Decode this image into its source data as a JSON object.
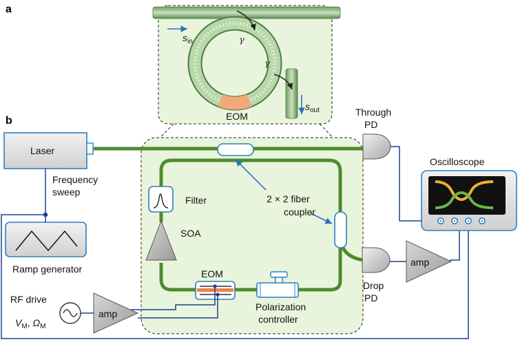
{
  "panels": {
    "a": "a",
    "b": "b"
  },
  "ring": {
    "gamma_1": "γ",
    "gamma_2": "γ",
    "eom_label": "EOM",
    "s_in": {
      "base": "s",
      "sub": "in"
    },
    "s_out": {
      "base": "s",
      "sub": "out"
    }
  },
  "components": {
    "laser": "Laser",
    "frequency_sweep_1": "Frequency",
    "frequency_sweep_2": "sweep",
    "ramp_generator": "Ramp generator",
    "filter": "Filter",
    "soa": "SOA",
    "eom": "EOM",
    "polarization_1": "Polarization",
    "polarization_2": "controller",
    "coupler_1": "2 × 2 fiber",
    "coupler_2": "coupler",
    "through_pd_1": "Through",
    "through_pd_2": "PD",
    "drop_pd_1": "Drop",
    "drop_pd_2": "PD",
    "oscilloscope": "Oscilloscope",
    "amp_drive": "amp",
    "amp_drop": "amp",
    "rf_drive": "RF drive",
    "rf_params": {
      "v": "V",
      "v_sub": "M",
      "sep": ", ",
      "omega": "Ω",
      "omega_sub": "M"
    }
  },
  "colors": {
    "fiber": "#4e8b2e",
    "box_stroke": "#2d7fbf",
    "panel_fill": "#e8f5dc",
    "wire": "#1d3f8f",
    "eom_stripe": "#e8824e"
  }
}
